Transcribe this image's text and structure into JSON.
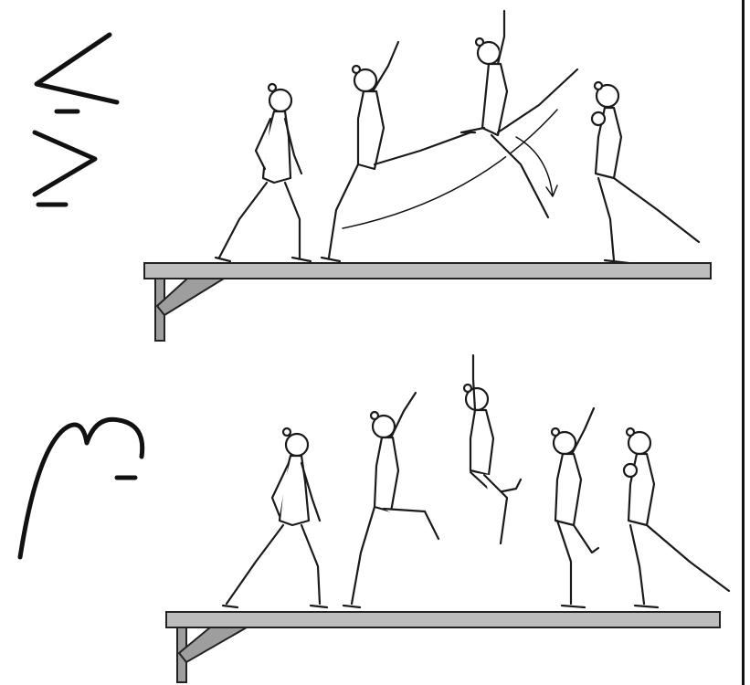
{
  "diagram": {
    "panels": [
      {
        "id": "top",
        "figure_count": 4,
        "symbol_icon": "split-leap-notation-symbol",
        "arc": true
      },
      {
        "id": "bottom",
        "figure_count": 5,
        "symbol_icon": "tuck-jump-notation-symbol",
        "arc": false
      }
    ],
    "colors": {
      "ink": "#111111",
      "beam": "#bdbdbd",
      "background": "#ffffff"
    }
  }
}
